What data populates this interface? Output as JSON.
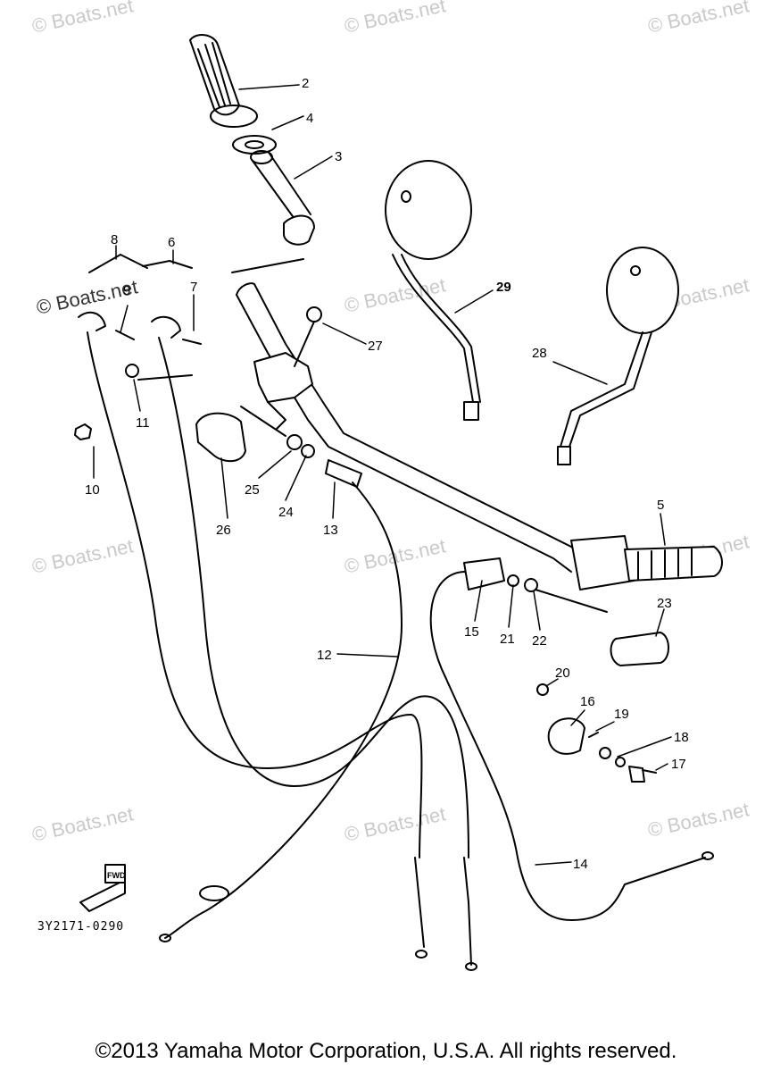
{
  "watermark": "© Boats.net",
  "part_code": "3Y2171-0290",
  "fwd_label": "FWD",
  "copyright": "©2013 Yamaha Motor Corporation, U.S.A. All rights reserved.",
  "callouts": {
    "c2": "2",
    "c3": "3",
    "c4": "4",
    "c5": "5",
    "c6": "6",
    "c7": "7",
    "c8": "8",
    "c9": "9",
    "c10": "10",
    "c11": "11",
    "c12": "12",
    "c13": "13",
    "c14": "14",
    "c15": "15",
    "c16": "16",
    "c17": "17",
    "c18": "18",
    "c19": "19",
    "c20": "20",
    "c21": "21",
    "c22": "22",
    "c23": "23",
    "c24": "24",
    "c25": "25",
    "c26": "26",
    "c27": "27",
    "c28": "28",
    "c29": "29"
  }
}
